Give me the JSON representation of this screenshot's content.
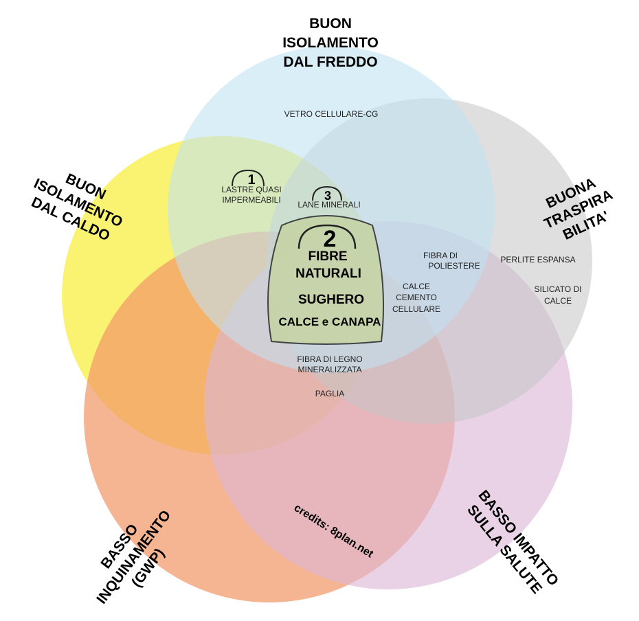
{
  "colors": {
    "freddo": "#bfe1f3",
    "caldo": "#f8ef4a",
    "traspirabilita": "#c4c4c4",
    "inquinamento": "#f29868",
    "salute": "#dcb6d6",
    "core_fill": "#c6d4a6",
    "core_stroke": "#333333"
  },
  "categories": {
    "freddo": [
      "BUON",
      "ISOLAMENTO",
      "DAL FREDDO"
    ],
    "caldo": [
      "BUON",
      "ISOLAMENTO",
      "DAL CALDO"
    ],
    "traspirabilita": [
      "BUONA",
      "TRASPIRA",
      "BILITA'"
    ],
    "inquinamento": [
      "BASSO",
      "INQUINAMENTO",
      "(GWP)"
    ],
    "salute": [
      "BASSO IMPATTO",
      "SULLA SALUTE"
    ]
  },
  "materials": {
    "vetro": "VETRO CELLULARE-CG",
    "lastre_1": "LASTRE QUASI",
    "lastre_2": "IMPERMEABILI",
    "lane": "LANE MINERALI",
    "fibra_poliestere_1": "FIBRA DI",
    "fibra_poliestere_2": "POLIESTERE",
    "perlite": "PERLITE ESPANSA",
    "silicato_1": "SILICATO DI",
    "silicato_2": "CALCE",
    "calce_cem_1": "CALCE",
    "calce_cem_2": "CEMENTO",
    "calce_cem_3": "CELLULARE",
    "fibra_legno_1": "FIBRA DI LEGNO",
    "fibra_legno_2": "MINERALIZZATA",
    "paglia": "PAGLIA"
  },
  "badges": {
    "one": "1",
    "two": "2",
    "three": "3"
  },
  "core": {
    "line1": "FIBRE",
    "line2": "NATURALI",
    "line3": "SUGHERO",
    "line4": "CALCE e CANAPA"
  },
  "credits": "credits: 8plan.net"
}
